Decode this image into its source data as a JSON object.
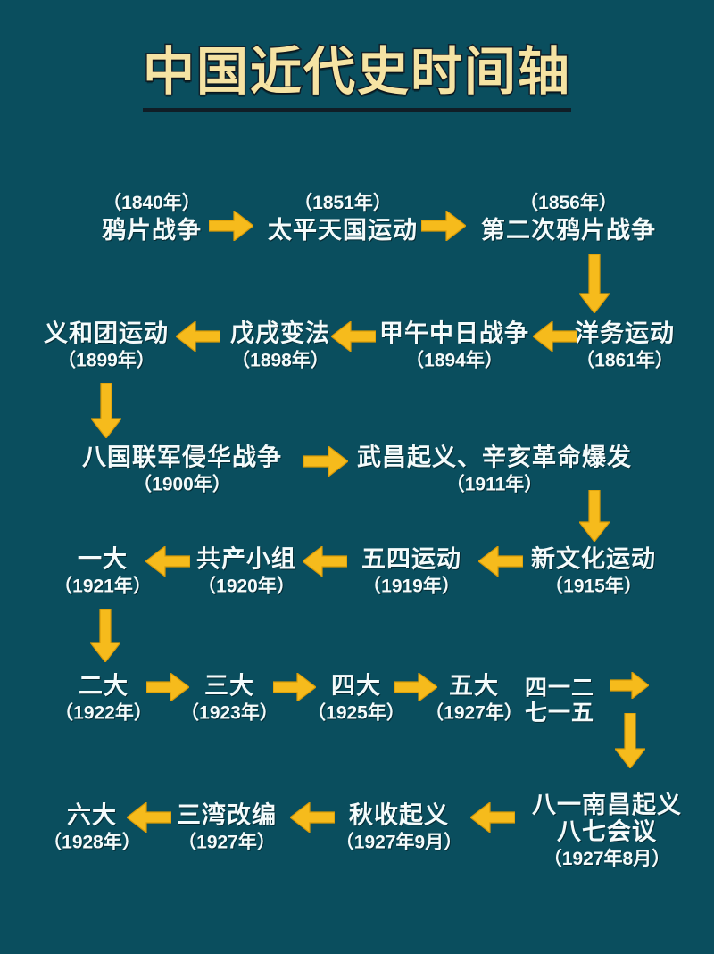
{
  "page": {
    "title": "中国近代史时间轴",
    "bg_color": "#0a4e5e",
    "title_color": "#f5e3a3",
    "text_color": "#f4fbfb",
    "arrow_color": "#f6bb1c"
  },
  "nodes": {
    "opium_war": {
      "label": "鸦片战争",
      "year": "（1840年）"
    },
    "taiping": {
      "label": "太平天国运动",
      "year": "（1851年）"
    },
    "second_opium_war": {
      "label": "第二次鸦片战争",
      "year": "（1856年）"
    },
    "westernization": {
      "label": "洋务运动",
      "year": "（1861年）"
    },
    "jiawu_war": {
      "label": "甲午中日战争",
      "year": "（1894年）"
    },
    "wuxu_reform": {
      "label": "戊戌变法",
      "year": "（1898年）"
    },
    "yihetuan": {
      "label": "义和团运动",
      "year": "（1899年）"
    },
    "eight_nation": {
      "label": "八国联军侵华战争",
      "year": "（1900年）"
    },
    "wuchang": {
      "label": "武昌起义、辛亥革命爆发",
      "year": "（1911年）"
    },
    "new_culture": {
      "label": "新文化运动",
      "year": "（1915年）"
    },
    "may_fourth": {
      "label": "五四运动",
      "year": "（1919年）"
    },
    "communist_group": {
      "label": "共产小组",
      "year": "（1920年）"
    },
    "first_congress": {
      "label": "一大",
      "year": "（1921年）"
    },
    "second_congress": {
      "label": "二大",
      "year": "（1922年）"
    },
    "third_congress": {
      "label": "三大",
      "year": "（1923年）"
    },
    "fourth_congress": {
      "label": "四大",
      "year": "（1925年）"
    },
    "fifth_congress": {
      "label": "五大",
      "year": "（1927年）"
    },
    "coups": {
      "label_line1": "四一二",
      "label_line2": "七一五"
    },
    "nanchang": {
      "label_line1": "八一南昌起义",
      "label_line2": "八七会议",
      "year": "（1927年8月）"
    },
    "autumn_harvest": {
      "label": "秋收起义",
      "year": "（1927年9月）"
    },
    "sanwan": {
      "label": "三湾改编",
      "year": "（1927年）"
    },
    "sixth_congress": {
      "label": "六大",
      "year": "（1928年）"
    }
  },
  "arrows": [
    {
      "name": "arrow-opium-to-taiping",
      "dir": "right"
    },
    {
      "name": "arrow-taiping-to-second-opium",
      "dir": "right"
    },
    {
      "name": "arrow-second-opium-to-westernization",
      "dir": "down"
    },
    {
      "name": "arrow-westernization-to-jiawu",
      "dir": "left"
    },
    {
      "name": "arrow-jiawu-to-wuxu",
      "dir": "left"
    },
    {
      "name": "arrow-wuxu-to-yihetuan",
      "dir": "left"
    },
    {
      "name": "arrow-yihetuan-to-eight-nation",
      "dir": "down"
    },
    {
      "name": "arrow-eight-nation-to-wuchang",
      "dir": "right"
    },
    {
      "name": "arrow-wuchang-to-new-culture",
      "dir": "down"
    },
    {
      "name": "arrow-new-culture-to-may-fourth",
      "dir": "left"
    },
    {
      "name": "arrow-may-fourth-to-communist-group",
      "dir": "left"
    },
    {
      "name": "arrow-communist-group-to-first-congress",
      "dir": "left"
    },
    {
      "name": "arrow-first-congress-to-second-congress",
      "dir": "down"
    },
    {
      "name": "arrow-second-to-third-congress",
      "dir": "right"
    },
    {
      "name": "arrow-third-to-fourth-congress",
      "dir": "right"
    },
    {
      "name": "arrow-fourth-to-fifth-congress",
      "dir": "right"
    },
    {
      "name": "arrow-fifth-to-coups",
      "dir": "right"
    },
    {
      "name": "arrow-coups-to-nanchang",
      "dir": "down"
    },
    {
      "name": "arrow-nanchang-to-autumn-harvest",
      "dir": "left"
    },
    {
      "name": "arrow-autumn-harvest-to-sanwan",
      "dir": "left"
    },
    {
      "name": "arrow-sanwan-to-sixth-congress",
      "dir": "left"
    }
  ]
}
